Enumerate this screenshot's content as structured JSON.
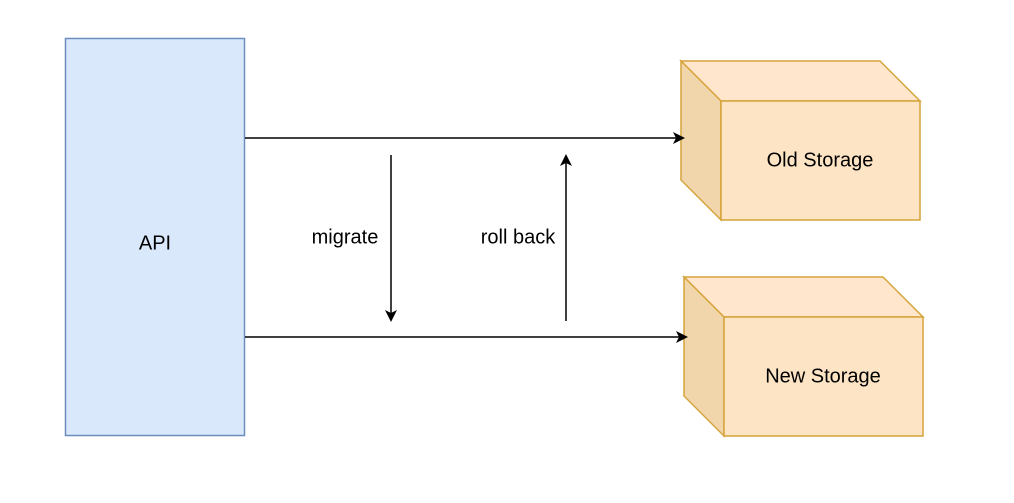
{
  "diagram": {
    "nodes": {
      "api": {
        "label": "API",
        "fill": "#dae8fc",
        "stroke": "#6c8ebf"
      },
      "old_storage": {
        "label": "Old Storage",
        "fill": "#ffe6cc",
        "front_fill": "#fce4c4",
        "side_fill": "#f1d6ac",
        "stroke": "#d6a43a"
      },
      "new_storage": {
        "label": "New Storage",
        "fill": "#ffe6cc",
        "front_fill": "#fce4c4",
        "side_fill": "#f1d6ac",
        "stroke": "#d6a43a"
      }
    },
    "edges": {
      "api_to_old": {
        "from": "API",
        "to": "Old Storage"
      },
      "api_to_new": {
        "from": "API",
        "to": "New Storage"
      },
      "migrate": {
        "label": "migrate",
        "direction": "down"
      },
      "roll_back": {
        "label": "roll back",
        "direction": "up"
      }
    },
    "colors": {
      "line": "#000000"
    }
  }
}
